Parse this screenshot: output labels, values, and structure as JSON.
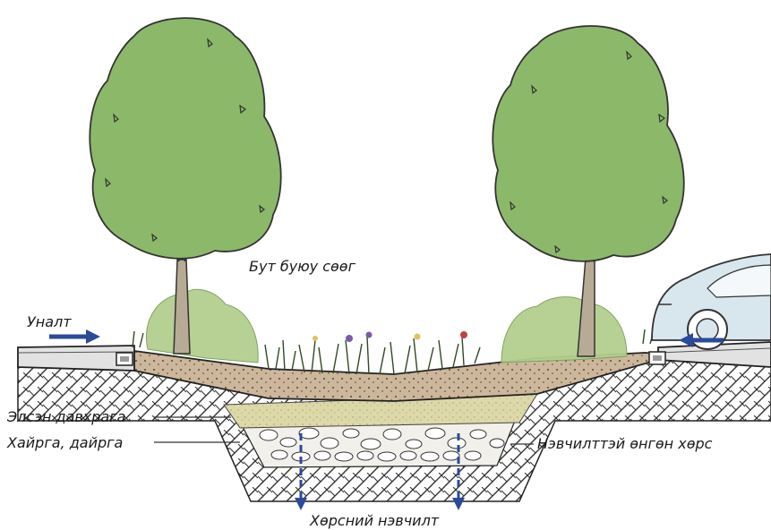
{
  "labels": {
    "inflow": "Уналт",
    "plants": "Бут буюу сөөг",
    "sand_layer": "Элсэн давхрага",
    "gravel": "Хайрга, дайрга",
    "native_soil": "Нэвчилттэй өнгөн хөрс",
    "infiltration": "Хөрсний нэвчилт"
  },
  "colors": {
    "tree_foliage": "#8cb86a",
    "trunk": "#b8ab95",
    "shrub": "#b3cf8e",
    "sand": "#ddd8a8",
    "soil": "#ccb79c",
    "arrow": "#2a4a9a",
    "car": "#d8e6ee"
  }
}
